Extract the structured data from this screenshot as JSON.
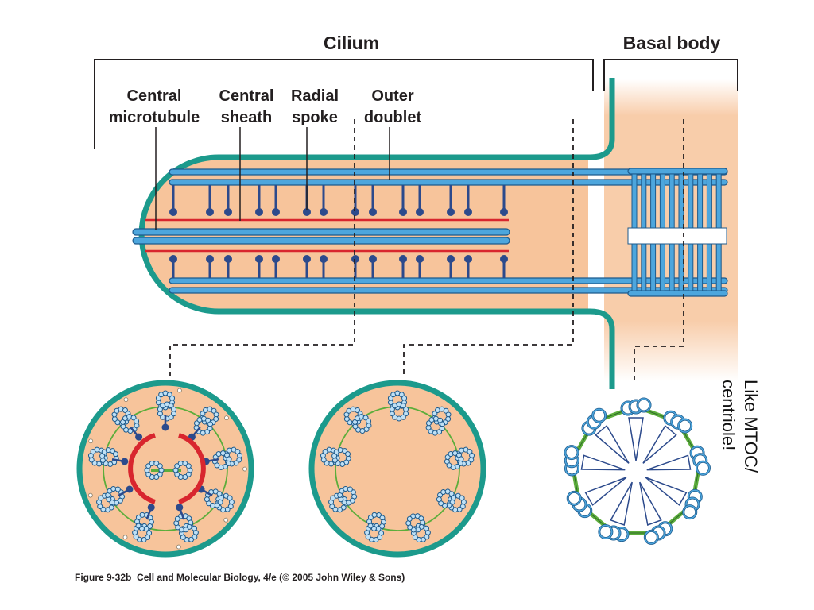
{
  "labels": {
    "cilium": "Cilium",
    "basal_body": "Basal body",
    "central_microtubule": [
      "Central",
      "microtubule"
    ],
    "central_sheath": [
      "Central",
      "sheath"
    ],
    "radial_spoke": [
      "Radial",
      "spoke"
    ],
    "outer_doublet": [
      "Outer",
      "doublet"
    ]
  },
  "caption": {
    "figure": "Figure 9-32b",
    "text": "Cell and Molecular Biology, 4/e (© 2005 John Wiley & Sons)"
  },
  "note": [
    "Like MTOC/",
    "centriole!"
  ],
  "colors": {
    "cytoplasm": "#f7c49b",
    "membrane": "#1c9a8c",
    "microtubule_fill": "#4da6dd",
    "microtubule_edge": "#1d5a8c",
    "spoke": "#2c4a8c",
    "sheath": "#d8262e",
    "link": "#5cad3b",
    "bracket": "#231f20"
  }
}
